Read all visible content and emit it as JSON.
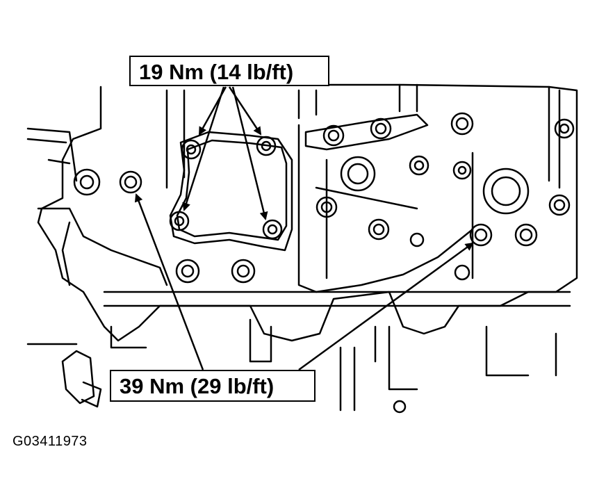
{
  "callouts": {
    "upper_torque": "19 Nm (14 lb/ft)",
    "lower_torque": "39 Nm (29 lb/ft)"
  },
  "figure_id": "G03411973"
}
